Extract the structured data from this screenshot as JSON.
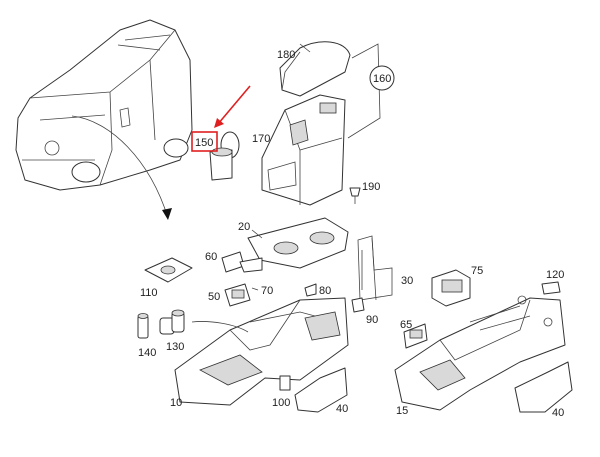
{
  "diagram": {
    "highlight_color": "#e02020",
    "callouts": {
      "p180": "180",
      "p160": "160",
      "p170": "170",
      "p150": "150",
      "p190": "190",
      "p20": "20",
      "p60": "60",
      "p110": "110",
      "p50": "50",
      "p70": "70",
      "p30": "30",
      "p75": "75",
      "p120": "120",
      "p140": "140",
      "p130": "130",
      "p80": "80",
      "p90": "90",
      "p65": "65",
      "p10": "10",
      "p100": "100",
      "p40a": "40",
      "p15": "15",
      "p40b": "40"
    },
    "highlighted_part": "150"
  }
}
